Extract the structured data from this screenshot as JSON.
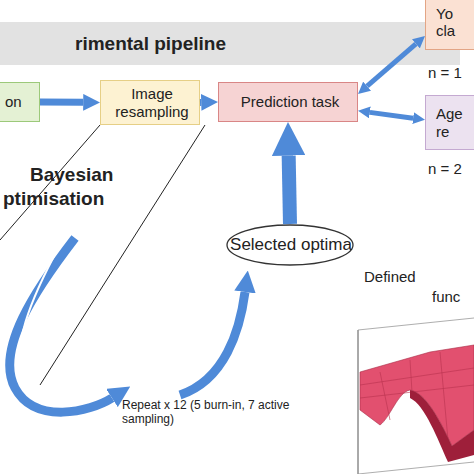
{
  "diagram": {
    "nodes": [
      {
        "text": [
          "rimental pipeline"
        ]
      },
      {
        "text": [
          "on"
        ]
      },
      {
        "text": [
          "Image resampling"
        ]
      },
      {
        "text": [
          "Prediction task"
        ]
      },
      {
        "text": [
          "Yo cla"
        ]
      },
      {
        "text": [
          "Age re"
        ]
      },
      {
        "text": [
          "Selected optima"
        ]
      }
    ],
    "edges": [
      {
        "from": 1,
        "to": 2,
        "arrow": "to"
      },
      {
        "from": 2,
        "to": 3,
        "arrow": "to"
      },
      {
        "from": 3,
        "to": 4,
        "arrow": "both"
      },
      {
        "from": 3,
        "to": 5,
        "arrow": "both"
      },
      {
        "from": 6,
        "to": 3,
        "arrow": "to"
      }
    ],
    "labels": [
      "n = 1",
      "n = 2",
      "Bayesian",
      "ptimisation",
      "Repeat x 12 (5 burn-in, 7 active sampling)",
      "Defined",
      "func"
    ]
  }
}
